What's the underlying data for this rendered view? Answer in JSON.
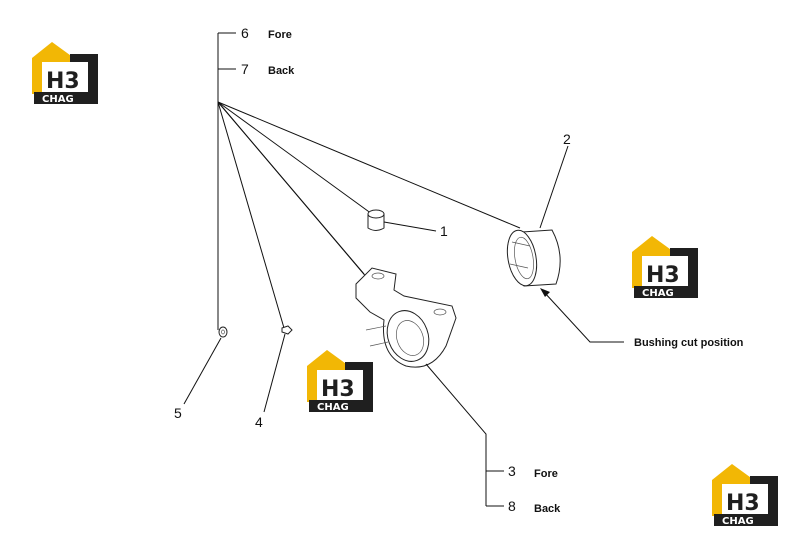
{
  "diagram": {
    "callouts": {
      "c1": "1",
      "c2": "2",
      "c3": "3",
      "c4": "4",
      "c5": "5",
      "c6": "6",
      "c7": "7",
      "c8": "8"
    },
    "labels": {
      "fore_top": "Fore",
      "back_top": "Back",
      "fore_bottom": "Fore",
      "back_bottom": "Back",
      "bushing": "Bushing cut  position"
    }
  },
  "watermark": {
    "main_text": "H3",
    "sub_text": "CHAG",
    "colors": {
      "yellow": "#f2b705",
      "dark": "#1f1f1f",
      "white": "#ffffff"
    }
  }
}
